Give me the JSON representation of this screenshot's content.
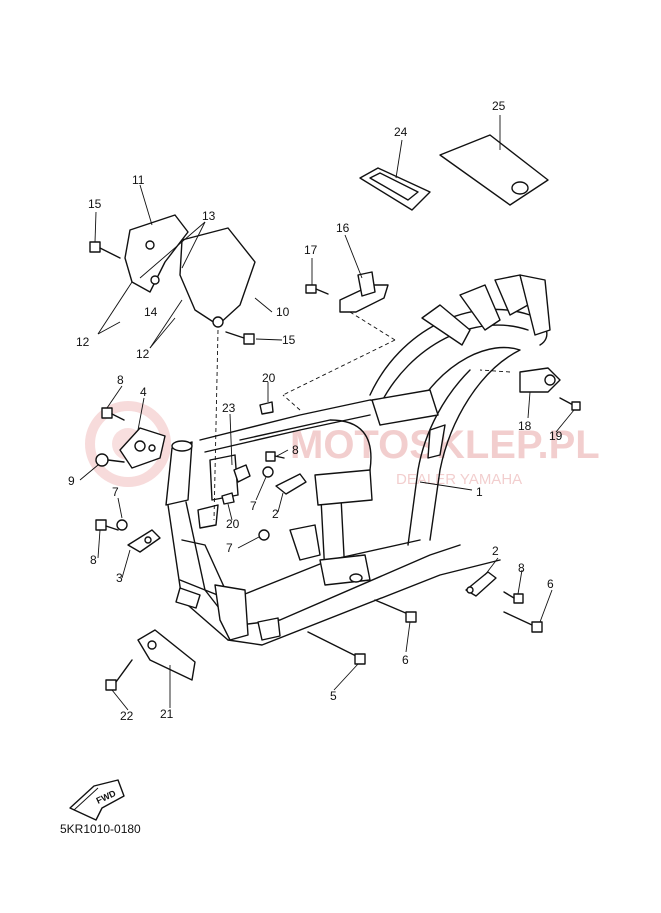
{
  "diagram_code": "5KR1010-0180",
  "fwd_label": "FWD",
  "watermark": {
    "main": "MOTOSKLEP.PL",
    "sub": "DEALER YAMAHA"
  },
  "callouts": [
    {
      "id": "c1",
      "text": "1"
    },
    {
      "id": "c2a",
      "text": "2"
    },
    {
      "id": "c2b",
      "text": "2"
    },
    {
      "id": "c3",
      "text": "3"
    },
    {
      "id": "c4",
      "text": "4"
    },
    {
      "id": "c5",
      "text": "5"
    },
    {
      "id": "c6a",
      "text": "6"
    },
    {
      "id": "c6b",
      "text": "6"
    },
    {
      "id": "c7a",
      "text": "7"
    },
    {
      "id": "c7b",
      "text": "7"
    },
    {
      "id": "c7c",
      "text": "7"
    },
    {
      "id": "c8a",
      "text": "8"
    },
    {
      "id": "c8b",
      "text": "8"
    },
    {
      "id": "c8c",
      "text": "8"
    },
    {
      "id": "c8d",
      "text": "8"
    },
    {
      "id": "c9",
      "text": "9"
    },
    {
      "id": "c10",
      "text": "10"
    },
    {
      "id": "c11",
      "text": "11"
    },
    {
      "id": "c12a",
      "text": "12"
    },
    {
      "id": "c12b",
      "text": "12"
    },
    {
      "id": "c13",
      "text": "13"
    },
    {
      "id": "c14",
      "text": "14"
    },
    {
      "id": "c15a",
      "text": "15"
    },
    {
      "id": "c15b",
      "text": "15"
    },
    {
      "id": "c16",
      "text": "16"
    },
    {
      "id": "c17",
      "text": "17"
    },
    {
      "id": "c18",
      "text": "18"
    },
    {
      "id": "c19",
      "text": "19"
    },
    {
      "id": "c20a",
      "text": "20"
    },
    {
      "id": "c20b",
      "text": "20"
    },
    {
      "id": "c21",
      "text": "21"
    },
    {
      "id": "c22",
      "text": "22"
    },
    {
      "id": "c23",
      "text": "23"
    },
    {
      "id": "c24",
      "text": "24"
    },
    {
      "id": "c25",
      "text": "25"
    }
  ]
}
